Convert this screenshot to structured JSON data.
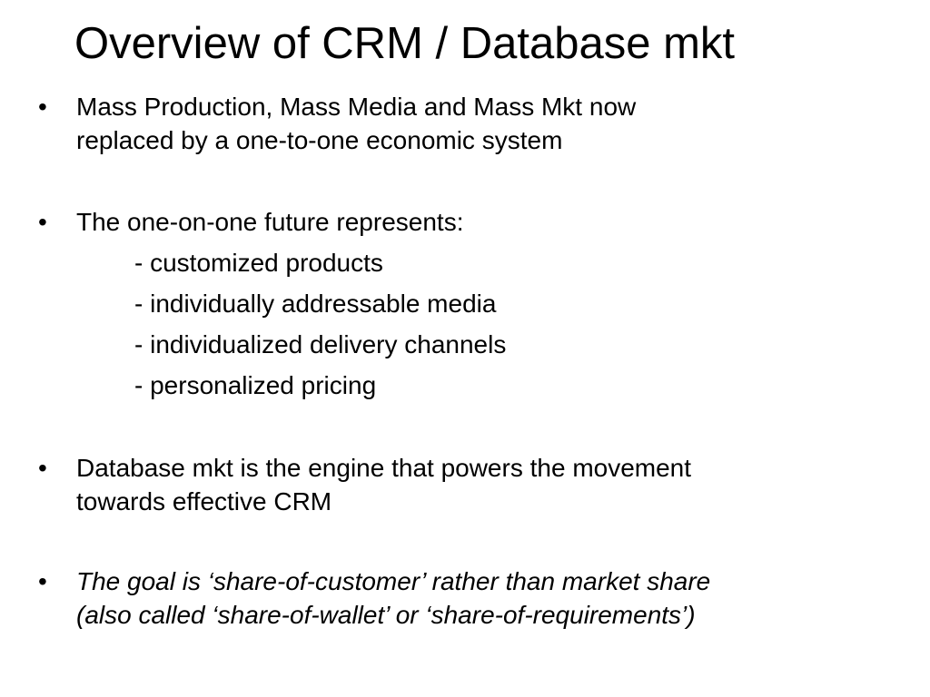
{
  "slide": {
    "title": "Overview of CRM / Database mkt",
    "bullet_symbol": "•",
    "bullets": [
      {
        "line1": "Mass Production, Mass Media and Mass Mkt now",
        "line2": "replaced by a one-to-one economic system"
      },
      {
        "line1": "The one-on-one future represents:"
      },
      {
        "line1": "Database mkt is the engine that powers the movement",
        "line2": "towards effective CRM"
      },
      {
        "line1": "The goal is ‘share-of-customer’ rather than market share",
        "line2": "(also called ‘share-of-wallet’ or ‘share-of-requirements’)"
      }
    ],
    "sub_items": [
      "- customized products",
      "- individually addressable media",
      "- individualized delivery channels",
      "- personalized pricing"
    ]
  }
}
